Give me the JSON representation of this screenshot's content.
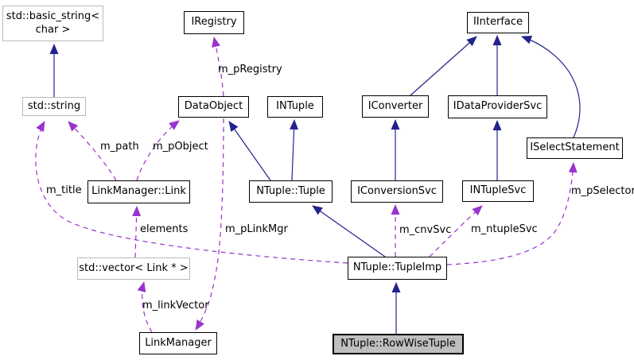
{
  "diagram": {
    "kind": "collaboration-graph",
    "main_class": "NTuple::RowWiseTuple",
    "nodes": [
      {
        "id": "basic-string",
        "label": "std::basic_string<\nchar >",
        "style": "external"
      },
      {
        "id": "iregistry",
        "label": "IRegistry",
        "style": "class"
      },
      {
        "id": "iinterface",
        "label": "IInterface",
        "style": "class"
      },
      {
        "id": "std-string",
        "label": "std::string",
        "style": "external"
      },
      {
        "id": "dataobject",
        "label": "DataObject",
        "style": "class"
      },
      {
        "id": "intuple",
        "label": "INTuple",
        "style": "class"
      },
      {
        "id": "iconverter",
        "label": "IConverter",
        "style": "class"
      },
      {
        "id": "idataprovidersvc",
        "label": "IDataProviderSvc",
        "style": "class"
      },
      {
        "id": "iselectstatement",
        "label": "ISelectStatement",
        "style": "class"
      },
      {
        "id": "linkmanager-link",
        "label": "LinkManager::Link",
        "style": "class"
      },
      {
        "id": "ntuple-tuple",
        "label": "NTuple::Tuple",
        "style": "class"
      },
      {
        "id": "iconversionsvc",
        "label": "IConversionSvc",
        "style": "class"
      },
      {
        "id": "intuplesvc",
        "label": "INTupleSvc",
        "style": "class"
      },
      {
        "id": "std-vector-link",
        "label": "std::vector< Link * >",
        "style": "external"
      },
      {
        "id": "ntuple-tupleimp",
        "label": "NTuple::TupleImp",
        "style": "class"
      },
      {
        "id": "linkmanager",
        "label": "LinkManager",
        "style": "class"
      },
      {
        "id": "ntuple-rowwisetuple",
        "label": "NTuple::RowWiseTuple",
        "style": "selected"
      }
    ],
    "edges": [
      {
        "type": "inheritance",
        "from": "std::string",
        "to": "std::basic_string< char >",
        "label": ""
      },
      {
        "type": "inheritance",
        "from": "NTuple::Tuple",
        "to": "DataObject",
        "label": ""
      },
      {
        "type": "inheritance",
        "from": "NTuple::Tuple",
        "to": "INTuple",
        "label": ""
      },
      {
        "type": "inheritance",
        "from": "IConversionSvc",
        "to": "IConverter",
        "label": ""
      },
      {
        "type": "inheritance",
        "from": "IConverter",
        "to": "IInterface",
        "label": ""
      },
      {
        "type": "inheritance",
        "from": "INTupleSvc",
        "to": "IDataProviderSvc",
        "label": ""
      },
      {
        "type": "inheritance",
        "from": "IDataProviderSvc",
        "to": "IInterface",
        "label": ""
      },
      {
        "type": "inheritance",
        "from": "ISelectStatement",
        "to": "IInterface",
        "label": ""
      },
      {
        "type": "inheritance",
        "from": "NTuple::TupleImp",
        "to": "NTuple::Tuple",
        "label": ""
      },
      {
        "type": "inheritance",
        "from": "NTuple::RowWiseTuple",
        "to": "NTuple::TupleImp",
        "label": ""
      },
      {
        "type": "usage",
        "from": "DataObject",
        "to": "IRegistry",
        "label": "m_pRegistry"
      },
      {
        "type": "usage",
        "from": "LinkManager::Link",
        "to": "std::string",
        "label": "m_path"
      },
      {
        "type": "usage",
        "from": "LinkManager::Link",
        "to": "DataObject",
        "label": "m_pObject"
      },
      {
        "type": "usage",
        "from": "NTuple::TupleImp",
        "to": "std::string",
        "label": "m_title"
      },
      {
        "type": "usage",
        "from": "std::vector< Link * >",
        "to": "LinkManager::Link",
        "label": "elements"
      },
      {
        "type": "usage",
        "from": "DataObject",
        "to": "LinkManager",
        "label": "m_pLinkMgr"
      },
      {
        "type": "usage",
        "from": "LinkManager",
        "to": "std::vector< Link * >",
        "label": "m_linkVector"
      },
      {
        "type": "usage",
        "from": "NTuple::TupleImp",
        "to": "IConversionSvc",
        "label": "m_cnvSvc"
      },
      {
        "type": "usage",
        "from": "NTuple::TupleImp",
        "to": "INTupleSvc",
        "label": "m_ntupleSvc"
      },
      {
        "type": "usage",
        "from": "NTuple::TupleImp",
        "to": "ISelectStatement",
        "label": "m_pSelector"
      }
    ]
  },
  "colors": {
    "inheritance_arrow": "#23238c",
    "usage_arrow": "#9a32cd",
    "node_border": "#000000",
    "external_node_border": "#b9b9b9",
    "selected_node_fill": "#bfbfbf",
    "node_fill": "#ffffff"
  }
}
